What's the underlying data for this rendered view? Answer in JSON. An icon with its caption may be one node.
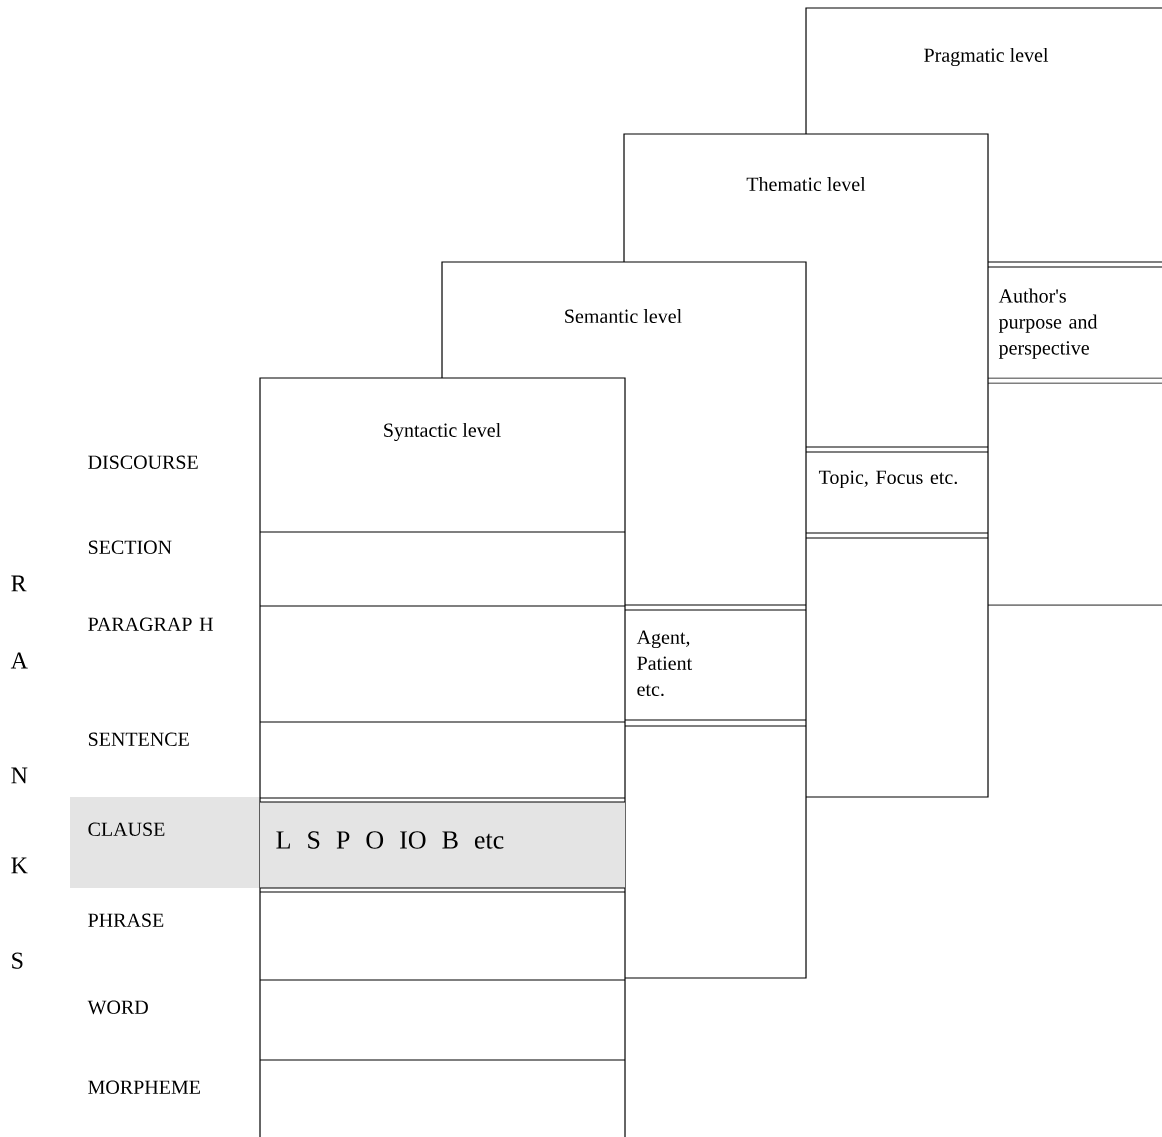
{
  "diagram": {
    "nodes": [
      {
        "text": [
          "Pragmatic level"
        ]
      },
      {
        "text": [
          "Thematic level"
        ]
      },
      {
        "text": [
          "Semantic level"
        ]
      },
      {
        "text": [
          "Syntactic level"
        ]
      },
      {
        "text": [
          "Author's purpose and perspective"
        ]
      },
      {
        "text": [
          "Topic, Focus etc."
        ]
      },
      {
        "text": [
          "Agent, Patient etc."
        ]
      },
      {
        "text": [
          "L S P O IO B etc"
        ],
        "in": 3
      }
    ],
    "labels": [
      "DISCOURSE",
      "SECTION",
      "R",
      "PARAGRAP H",
      "A",
      "SENTENCE",
      "N",
      "CLAUSE",
      "K",
      "PHRASE",
      "S",
      "WORD",
      "MORPHEME"
    ]
  }
}
